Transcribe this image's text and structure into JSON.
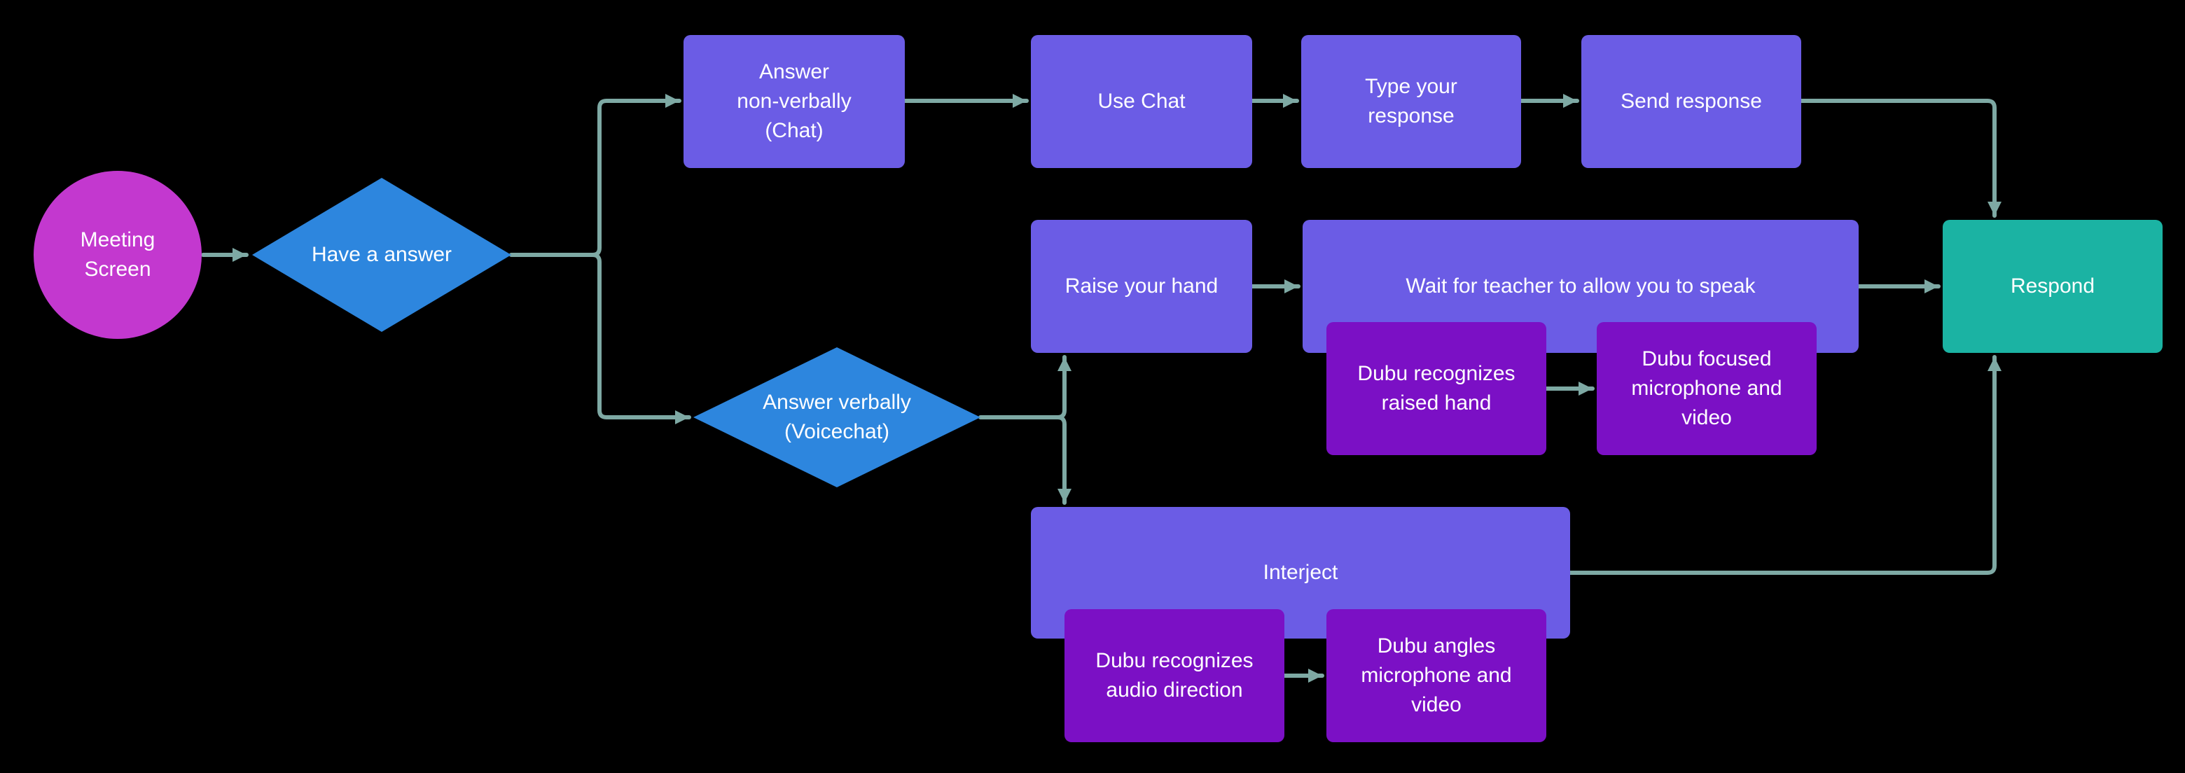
{
  "diagram_type": "flowchart",
  "background": "#000000",
  "colors": {
    "start_node": "#c338cf",
    "decision_node": "#2d86de",
    "process_node": "#6b5ce5",
    "sub_process_node": "#7b10c5",
    "end_node": "#1bb3a3",
    "connector": "#7ea9a4",
    "text": "#ffffff"
  },
  "nodes": {
    "meeting_screen": {
      "label": "Meeting\nScreen",
      "shape": "circle"
    },
    "have_a_answer": {
      "label": "Have a answer",
      "shape": "diamond"
    },
    "answer_non_verbally": {
      "label": "Answer\nnon-verbally\n(Chat)",
      "shape": "rect"
    },
    "use_chat": {
      "label": "Use Chat",
      "shape": "rect"
    },
    "type_your_response": {
      "label": "Type your\nresponse",
      "shape": "rect"
    },
    "send_response": {
      "label": "Send response",
      "shape": "rect"
    },
    "raise_your_hand": {
      "label": "Raise your hand",
      "shape": "rect"
    },
    "wait_for_teacher": {
      "label": "Wait for teacher to allow you to speak",
      "shape": "rect"
    },
    "dubu_recognizes_raised_hand": {
      "label": "Dubu recognizes\nraised hand",
      "shape": "rect"
    },
    "dubu_focused_mic_video": {
      "label": "Dubu focused\nmicrophone and\nvideo",
      "shape": "rect"
    },
    "answer_verbally": {
      "label": "Answer verbally\n(Voicechat)",
      "shape": "diamond"
    },
    "interject": {
      "label": "Interject",
      "shape": "rect"
    },
    "dubu_recognizes_audio_direction": {
      "label": "Dubu recognizes\naudio direction",
      "shape": "rect"
    },
    "dubu_angles_mic_video": {
      "label": "Dubu angles\nmicrophone and\nvideo",
      "shape": "rect"
    },
    "respond": {
      "label": "Respond",
      "shape": "rect"
    }
  },
  "edges": [
    {
      "from": "meeting_screen",
      "to": "have_a_answer"
    },
    {
      "from": "have_a_answer",
      "to": "answer_non_verbally"
    },
    {
      "from": "have_a_answer",
      "to": "answer_verbally"
    },
    {
      "from": "answer_non_verbally",
      "to": "use_chat"
    },
    {
      "from": "use_chat",
      "to": "type_your_response"
    },
    {
      "from": "type_your_response",
      "to": "send_response"
    },
    {
      "from": "send_response",
      "to": "respond"
    },
    {
      "from": "answer_verbally",
      "to": "raise_your_hand"
    },
    {
      "from": "answer_verbally",
      "to": "interject"
    },
    {
      "from": "raise_your_hand",
      "to": "wait_for_teacher"
    },
    {
      "from": "wait_for_teacher",
      "to": "respond"
    },
    {
      "from": "dubu_recognizes_raised_hand",
      "to": "dubu_focused_mic_video"
    },
    {
      "from": "dubu_recognizes_audio_direction",
      "to": "dubu_angles_mic_video"
    },
    {
      "from": "interject",
      "to": "respond"
    }
  ]
}
